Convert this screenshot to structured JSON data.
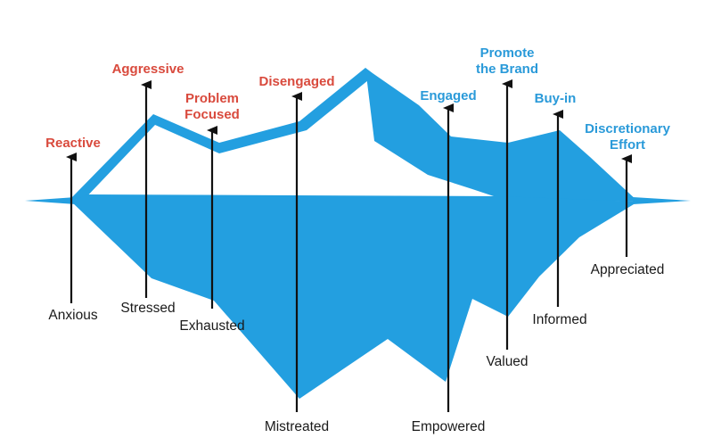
{
  "colors": {
    "shape": "#239fe0",
    "arrow": "#111111",
    "negative_label": "#d94a3d",
    "positive_label": "#2a9ad9",
    "below_label": "#1a1a1a"
  },
  "labels_above_negative": [
    {
      "lines": [
        "Reactive"
      ]
    },
    {
      "lines": [
        "Aggressive"
      ]
    },
    {
      "lines": [
        "Problem",
        "Focused"
      ]
    },
    {
      "lines": [
        "Disengaged"
      ]
    }
  ],
  "labels_above_positive": [
    {
      "lines": [
        "Engaged"
      ]
    },
    {
      "lines": [
        "Promote",
        "the Brand"
      ]
    },
    {
      "lines": [
        "Buy-in"
      ]
    },
    {
      "lines": [
        "Discretionary",
        "Effort"
      ]
    }
  ],
  "labels_below": [
    {
      "lines": [
        "Anxious"
      ]
    },
    {
      "lines": [
        "Stressed"
      ]
    },
    {
      "lines": [
        "Exhausted"
      ]
    },
    {
      "lines": [
        "Mistreated"
      ]
    },
    {
      "lines": [
        "Empowered"
      ]
    },
    {
      "lines": [
        "Valued"
      ]
    },
    {
      "lines": [
        "Informed"
      ]
    },
    {
      "lines": [
        "Appreciated"
      ]
    }
  ]
}
